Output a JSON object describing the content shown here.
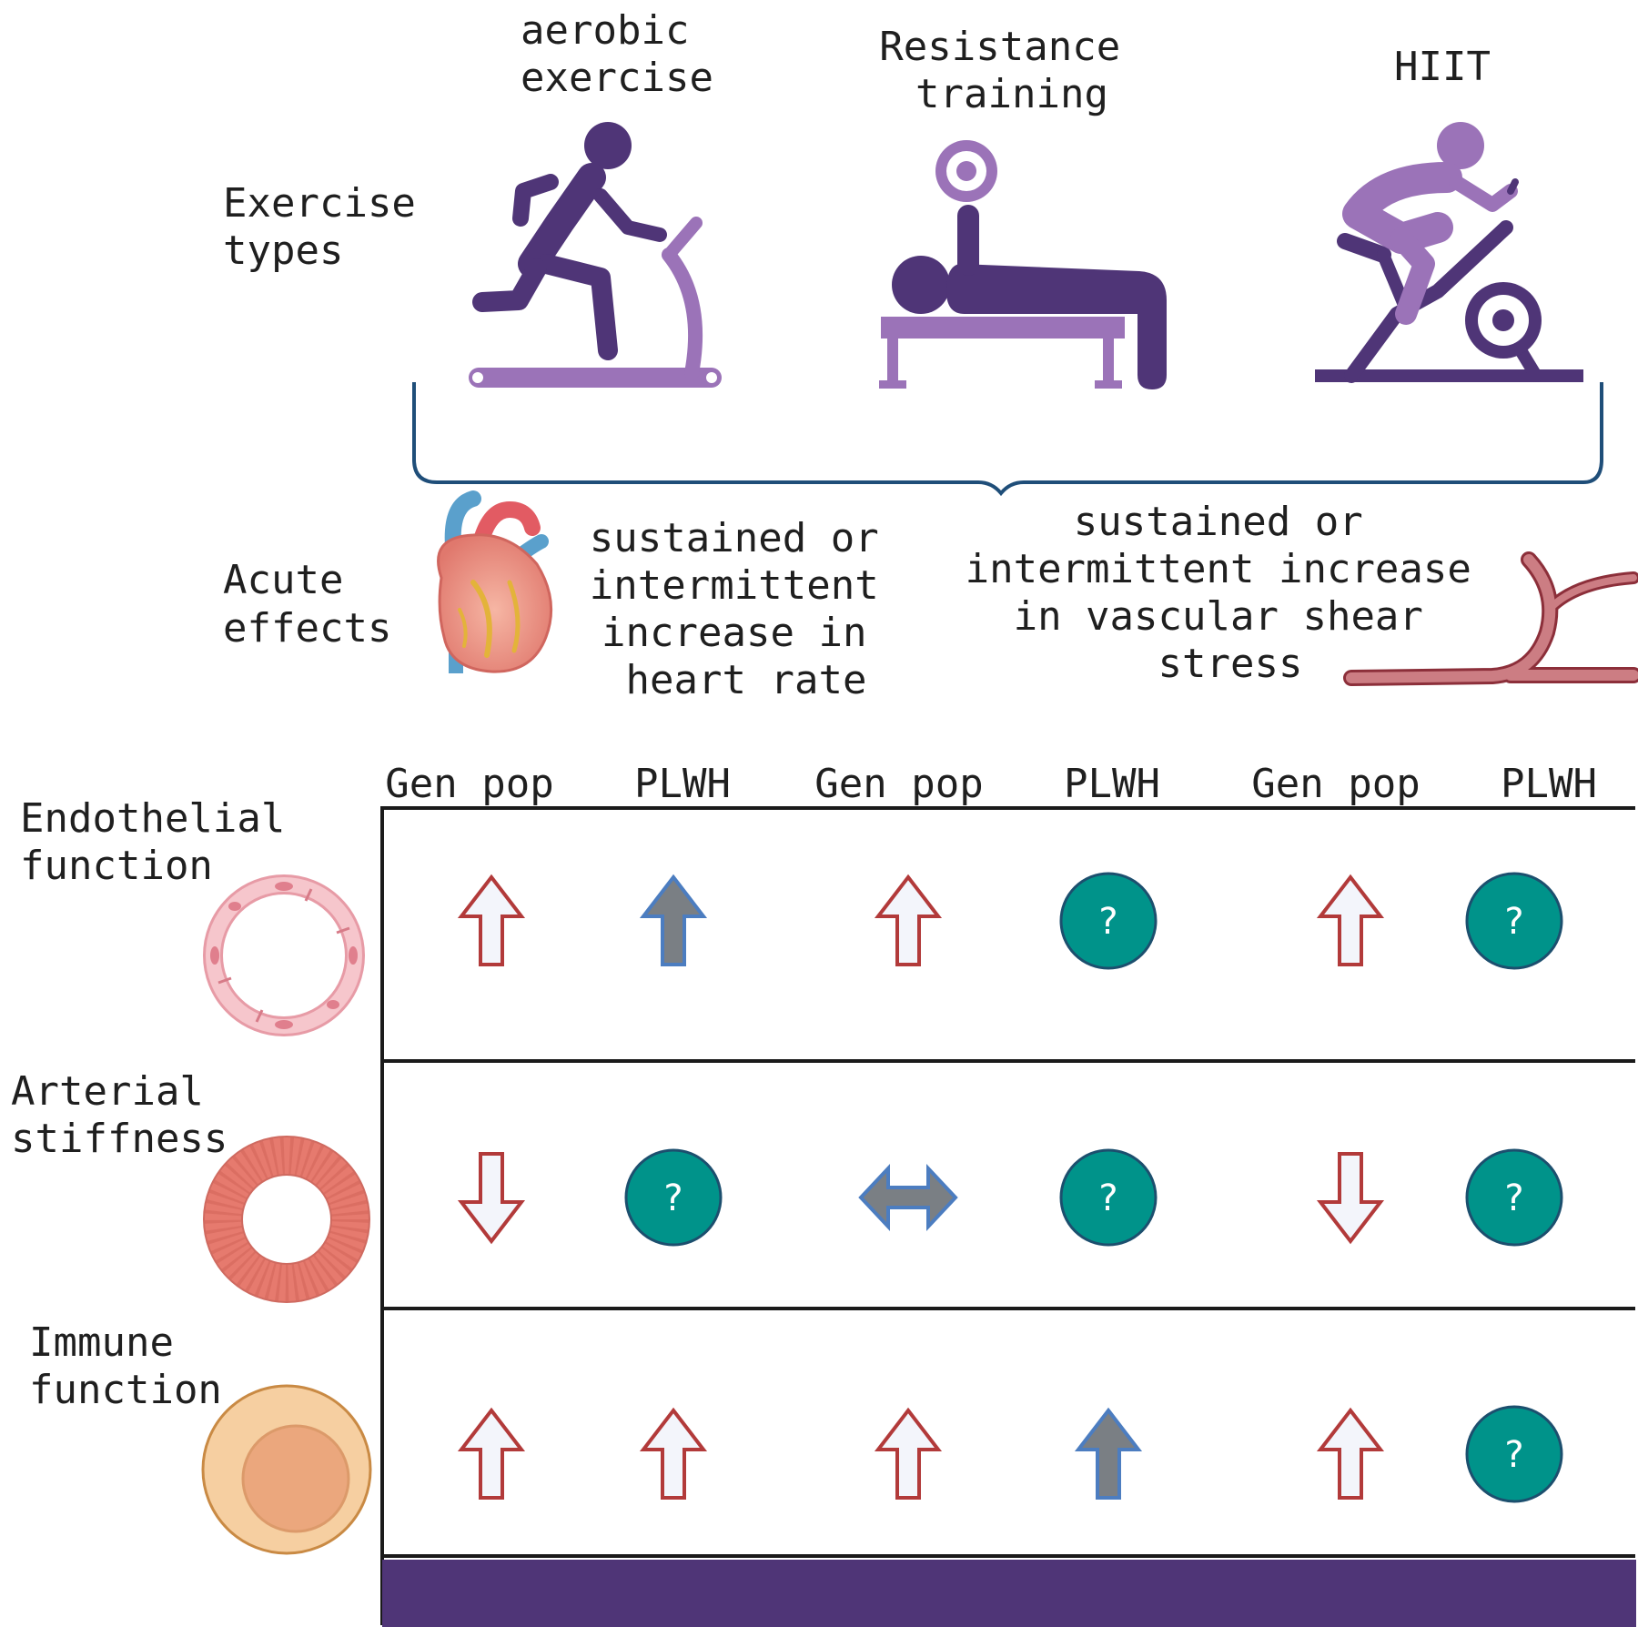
{
  "section_labels": {
    "exercise_types": [
      "Exercise",
      "types"
    ],
    "acute_effects": [
      "Acute",
      "effects"
    ]
  },
  "exercise_types": [
    {
      "label": [
        "aerobic",
        "exercise"
      ],
      "icon": "treadmill-runner-icon"
    },
    {
      "label": [
        "Resistance",
        "training"
      ],
      "icon": "bench-press-icon"
    },
    {
      "label": [
        "HIIT"
      ],
      "icon": "stationary-bike-icon"
    }
  ],
  "acute_effects": {
    "heart_rate": [
      "sustained or",
      "intermittent",
      "increase in",
      "heart rate"
    ],
    "shear_stress": [
      "sustained or",
      "intermittent increase",
      "in vascular shear",
      "stress"
    ]
  },
  "table": {
    "column_headers": [
      "Gen pop",
      "PLWH",
      "Gen pop",
      "PLWH",
      "Gen pop",
      "PLWH"
    ],
    "rows": [
      {
        "label": [
          "Endothelial",
          "function"
        ],
        "icon": "endothelial-cell-ring-icon",
        "cells": [
          "increase",
          "increase-evidence",
          "increase",
          "unknown",
          "increase",
          "unknown"
        ]
      },
      {
        "label": [
          "Arterial",
          "stiffness"
        ],
        "icon": "artery-cross-section-icon",
        "cells": [
          "decrease",
          "unknown",
          "no-change",
          "unknown",
          "decrease",
          "unknown"
        ]
      },
      {
        "label": [
          "Immune",
          "function"
        ],
        "icon": "immune-cell-icon",
        "cells": [
          "increase",
          "increase",
          "increase",
          "increase-evidence",
          "increase",
          "unknown"
        ]
      }
    ],
    "unknown_symbol": "?"
  },
  "colors": {
    "dark_purple": "#4f3577",
    "light_purple": "#9b73b8",
    "brace_blue": "#1f4e79",
    "arrow_red": "#b23a3a",
    "arrow_fill": "#f3f5fb",
    "evidence_gray": "#7a7f84",
    "evidence_blue": "#4c7dc0",
    "unknown_teal": "#00938a",
    "unknown_stroke": "#1c4f6e",
    "footer_bar": "#4f3577"
  }
}
